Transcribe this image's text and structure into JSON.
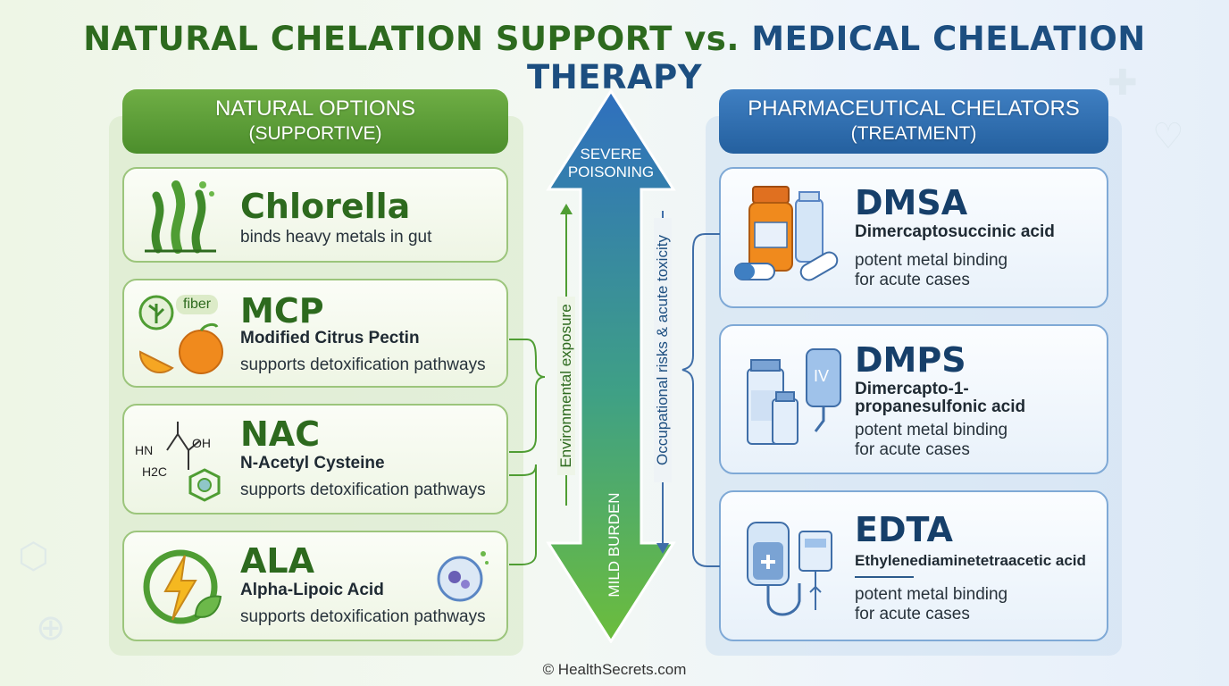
{
  "title": {
    "part1": "NATURAL CHELATION SUPPORT vs.",
    "part2": "MEDICAL CHELATION THERAPY"
  },
  "natural": {
    "heading": "NATURAL OPTIONS",
    "subheading": "(SUPPORTIVE)",
    "items": [
      {
        "name": "Chlorella",
        "full": "",
        "desc": "binds heavy metals in gut",
        "icon": "seaweed-icon"
      },
      {
        "name": "MCP",
        "full": "Modified Citrus Pectin",
        "desc": "supports detoxification pathways",
        "icon": "citrus-fiber-icon",
        "badge": "fiber"
      },
      {
        "name": "NAC",
        "full": "N-Acetyl Cysteine",
        "desc": "supports detoxification pathways",
        "icon": "molecule-icon",
        "chem": [
          "HN",
          "OH",
          "H2C"
        ]
      },
      {
        "name": "ALA",
        "full": "Alpha-Lipoic Acid",
        "desc": "supports detoxification pathways",
        "icon": "energy-leaf-icon"
      }
    ]
  },
  "pharma": {
    "heading": "PHARMACEUTICAL CHELATORS",
    "subheading": "(TREATMENT)",
    "items": [
      {
        "name": "DMSA",
        "full": "Dimercaptosuccinic acid",
        "desc1": "potent metal binding",
        "desc2": "for acute cases",
        "icon": "pill-bottle-icon"
      },
      {
        "name": "DMPS",
        "full1": "Dimercapto-1-",
        "full2": "propanesulfonic acid",
        "desc1": "potent metal binding",
        "desc2": "for acute cases",
        "icon": "iv-vial-icon",
        "iv_label": "IV"
      },
      {
        "name": "EDTA",
        "full": "Ethylenediaminetetraacetic acid",
        "desc1": "potent metal binding",
        "desc2": "for acute cases",
        "icon": "iv-drip-icon"
      }
    ]
  },
  "scale": {
    "top_line1": "SEVERE",
    "top_line2": "POISONING",
    "bottom": "MILD BURDEN",
    "left_label": "Environmental exposure",
    "right_label": "Occupational risks & acute toxicity"
  },
  "colors": {
    "green_dark": "#2d6a1e",
    "blue_dark": "#1c4e80",
    "arrow_top": "#2f6fbf",
    "arrow_bottom": "#6cbd3c"
  },
  "footer": "© HealthSecrets.com"
}
